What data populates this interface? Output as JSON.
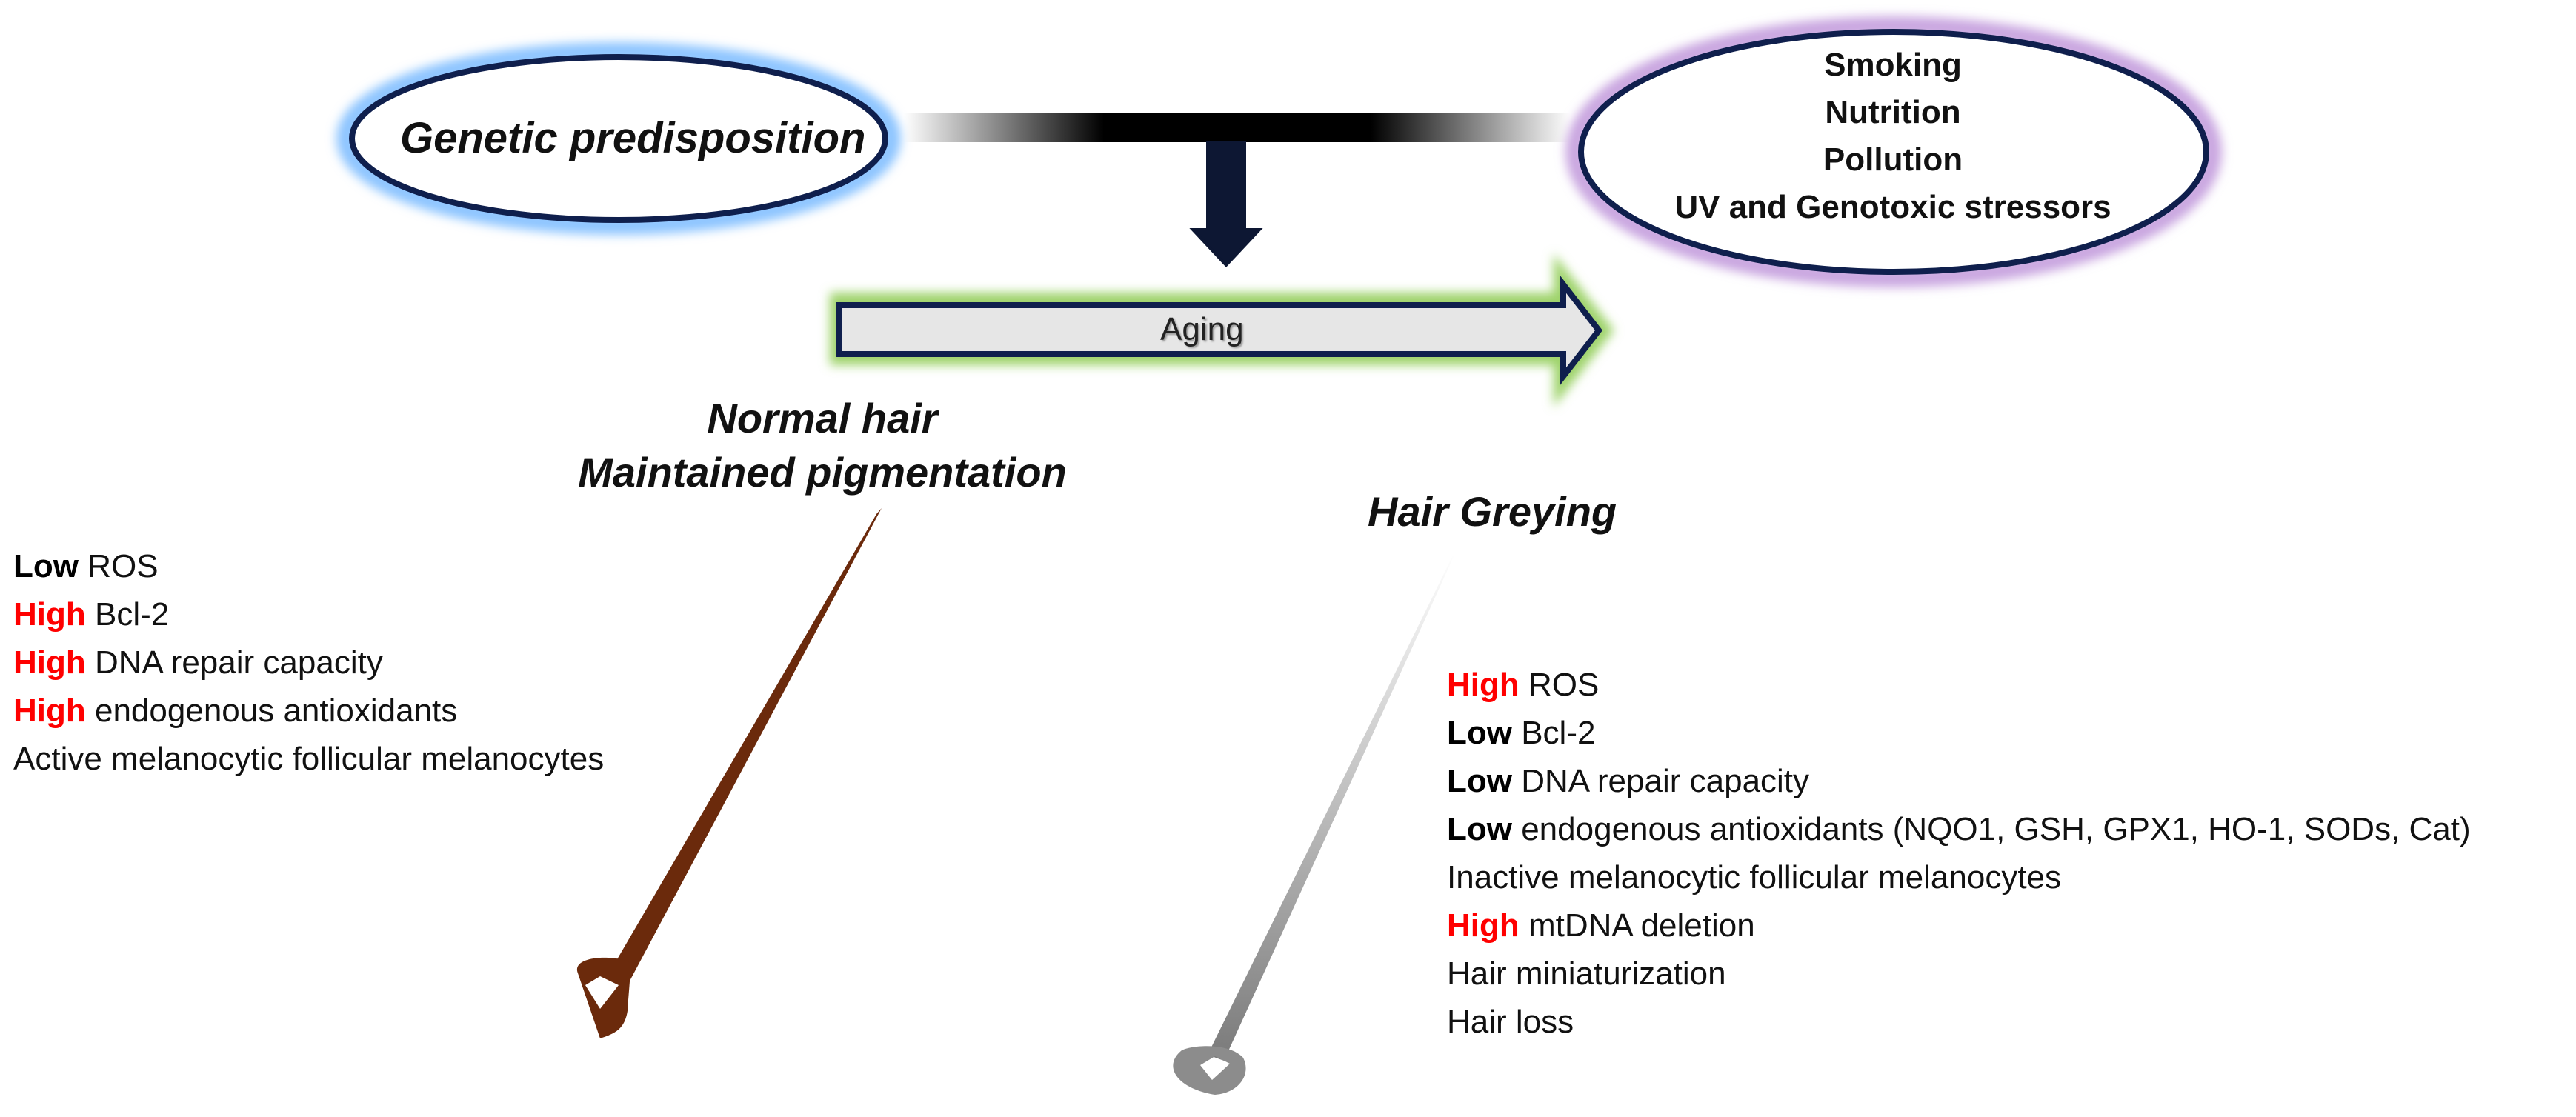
{
  "genetic": {
    "label": "Genetic predisposition"
  },
  "environment": {
    "factors": [
      "Smoking",
      "Nutrition",
      "Pollution",
      "UV and Genotoxic stressors"
    ]
  },
  "aging": {
    "label": "Aging"
  },
  "normal": {
    "title_line1": "Normal hair",
    "title_line2": "Maintained pigmentation",
    "items": [
      {
        "level": "Low",
        "level_color": "black",
        "text": " ROS"
      },
      {
        "level": "High",
        "level_color": "red",
        "text": " Bcl-2"
      },
      {
        "level": "High",
        "level_color": "red",
        "text": " DNA repair capacity"
      },
      {
        "level": "High",
        "level_color": "red",
        "text": " endogenous antioxidants"
      },
      {
        "level": "",
        "level_color": "",
        "text": "Active melanocytic follicular melanocytes"
      }
    ],
    "hair_color": "#6b2a0c"
  },
  "greying": {
    "title": "Hair Greying",
    "items": [
      {
        "level": "High",
        "level_color": "red",
        "text": " ROS"
      },
      {
        "level": "Low",
        "level_color": "black",
        "text": " Bcl-2"
      },
      {
        "level": "Low",
        "level_color": "black",
        "text": " DNA repair capacity"
      },
      {
        "level": "Low",
        "level_color": "black",
        "text": " endogenous antioxidants (NQO1, GSH, GPX1, HO-1,  SODs, Cat)"
      },
      {
        "level": "",
        "level_color": "",
        "text": "Inactive melanocytic follicular melanocytes"
      },
      {
        "level": "High",
        "level_color": "red",
        "text": " mtDNA deletion"
      },
      {
        "level": "",
        "level_color": "",
        "text": "Hair miniaturization"
      },
      {
        "level": "",
        "level_color": "",
        "text": "Hair loss"
      }
    ],
    "hair_color": "#8c8c8c"
  },
  "colors": {
    "ellipse_stroke": "#0f1f4d",
    "genetic_glow": "#8cc4ff",
    "environment_glow": "#c9a6e0",
    "aging_glow": "#9ed36a",
    "aging_fill": "#e6e6e6",
    "highlight_red": "#ff0000"
  }
}
